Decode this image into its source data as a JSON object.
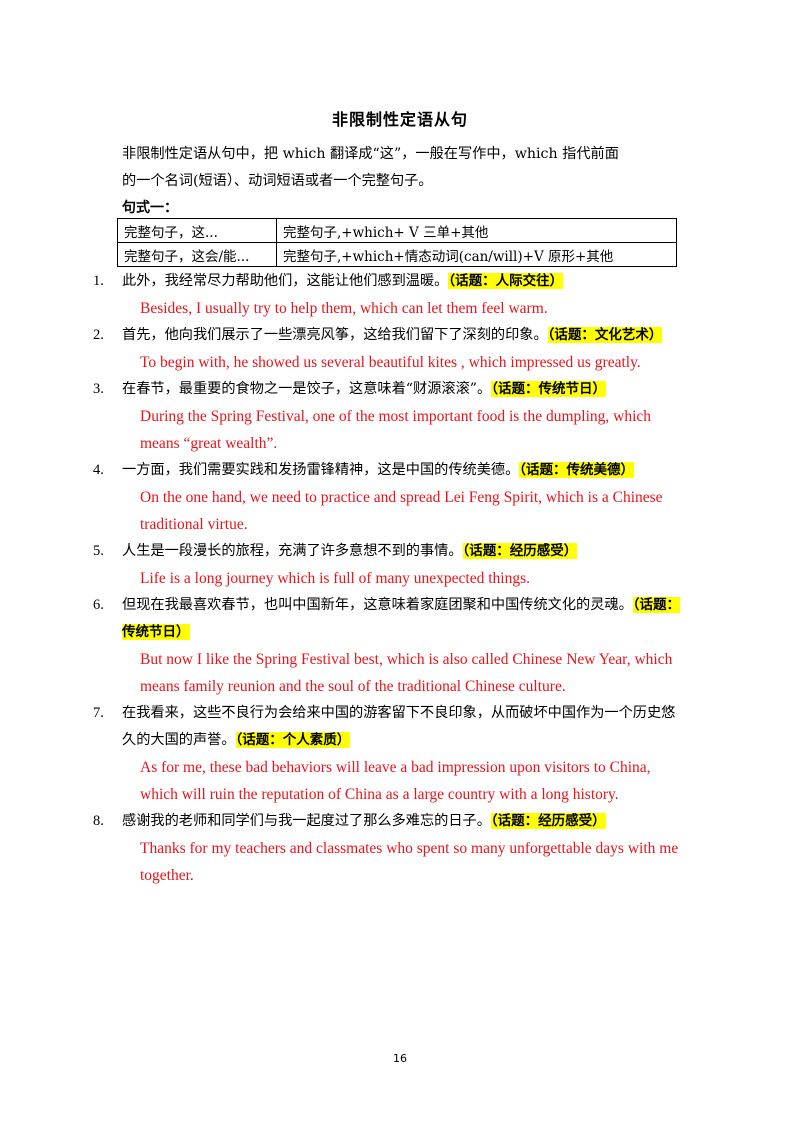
{
  "title": "非限制性定语从句",
  "intro": {
    "line1": "非限制性定语从句中，把 which 翻译成“这”，一般在写作中，which 指代前面",
    "line2": "的一个名词(短语）、动词短语或者一个完整句子。"
  },
  "pattern_label": "句式一：",
  "pattern_table": [
    [
      "完整句子，这...",
      "完整句子,+which+ V  三单+其他"
    ],
    [
      "完整句子，这会/能...",
      "完整句子,+which+情态动词(can/will)+V 原形+其他"
    ]
  ],
  "items": [
    {
      "num": "1.",
      "cn": "此外，我经常尽力帮助他们，这能让他们感到温暖。",
      "tag": "（话题：人际交往）",
      "en": "Besides, I usually try to help them, which can let them feel warm."
    },
    {
      "num": "2.",
      "cn": "首先，他向我们展示了一些漂亮风筝，这给我们留下了深刻的印象。",
      "tag": "（话题：文化艺术）",
      "en": "To begin with, he showed us several beautiful kites , which impressed us greatly."
    },
    {
      "num": "3.",
      "cn": "在春节，最重要的食物之一是饺子，这意味着“财源滚滚”。",
      "tag": "（话题：传统节日）",
      "en": "During the Spring Festival, one of the most important food is the dumpling, which means “great wealth”."
    },
    {
      "num": "4.",
      "cn": "一方面，我们需要实践和发扬雷锋精神，这是中国的传统美德。",
      "tag": "（话题：传统美德）",
      "en": "On the one hand, we need to practice and spread Lei Feng Spirit, which is a Chinese traditional virtue."
    },
    {
      "num": "5.",
      "cn": "人生是一段漫长的旅程，充满了许多意想不到的事情。",
      "tag": "（话题：经历感受）",
      "en": "Life is a long journey which is full of many unexpected things."
    },
    {
      "num": "6.",
      "cn": "但现在我最喜欢春节，也叫中国新年，这意味着家庭团聚和中国传统文化的灵魂。",
      "tag": "（话题：传统节日）",
      "en": "But now I like the Spring Festival best, which is also called Chinese New Year, which means family reunion and the soul of the traditional Chinese culture."
    },
    {
      "num": "7.",
      "cn": "在我看来，这些不良行为会给来中国的游客留下不良印象，从而破坏中国作为一个历史悠久的大国的声誉。",
      "tag": "（话题：个人素质）",
      "en": "As for me, these bad behaviors will leave a bad impression upon visitors to China, which will ruin the reputation of China as a large country with a long history."
    },
    {
      "num": "8.",
      "cn": "感谢我的老师和同学们与我一起度过了那么多难忘的日子。",
      "tag": "（话题：经历感受）",
      "en": "Thanks for my teachers and classmates who spent so many unforgettable days with me together."
    }
  ],
  "page_number": "16",
  "colors": {
    "english_text": "#e8141b",
    "highlight": "#ffff00"
  }
}
